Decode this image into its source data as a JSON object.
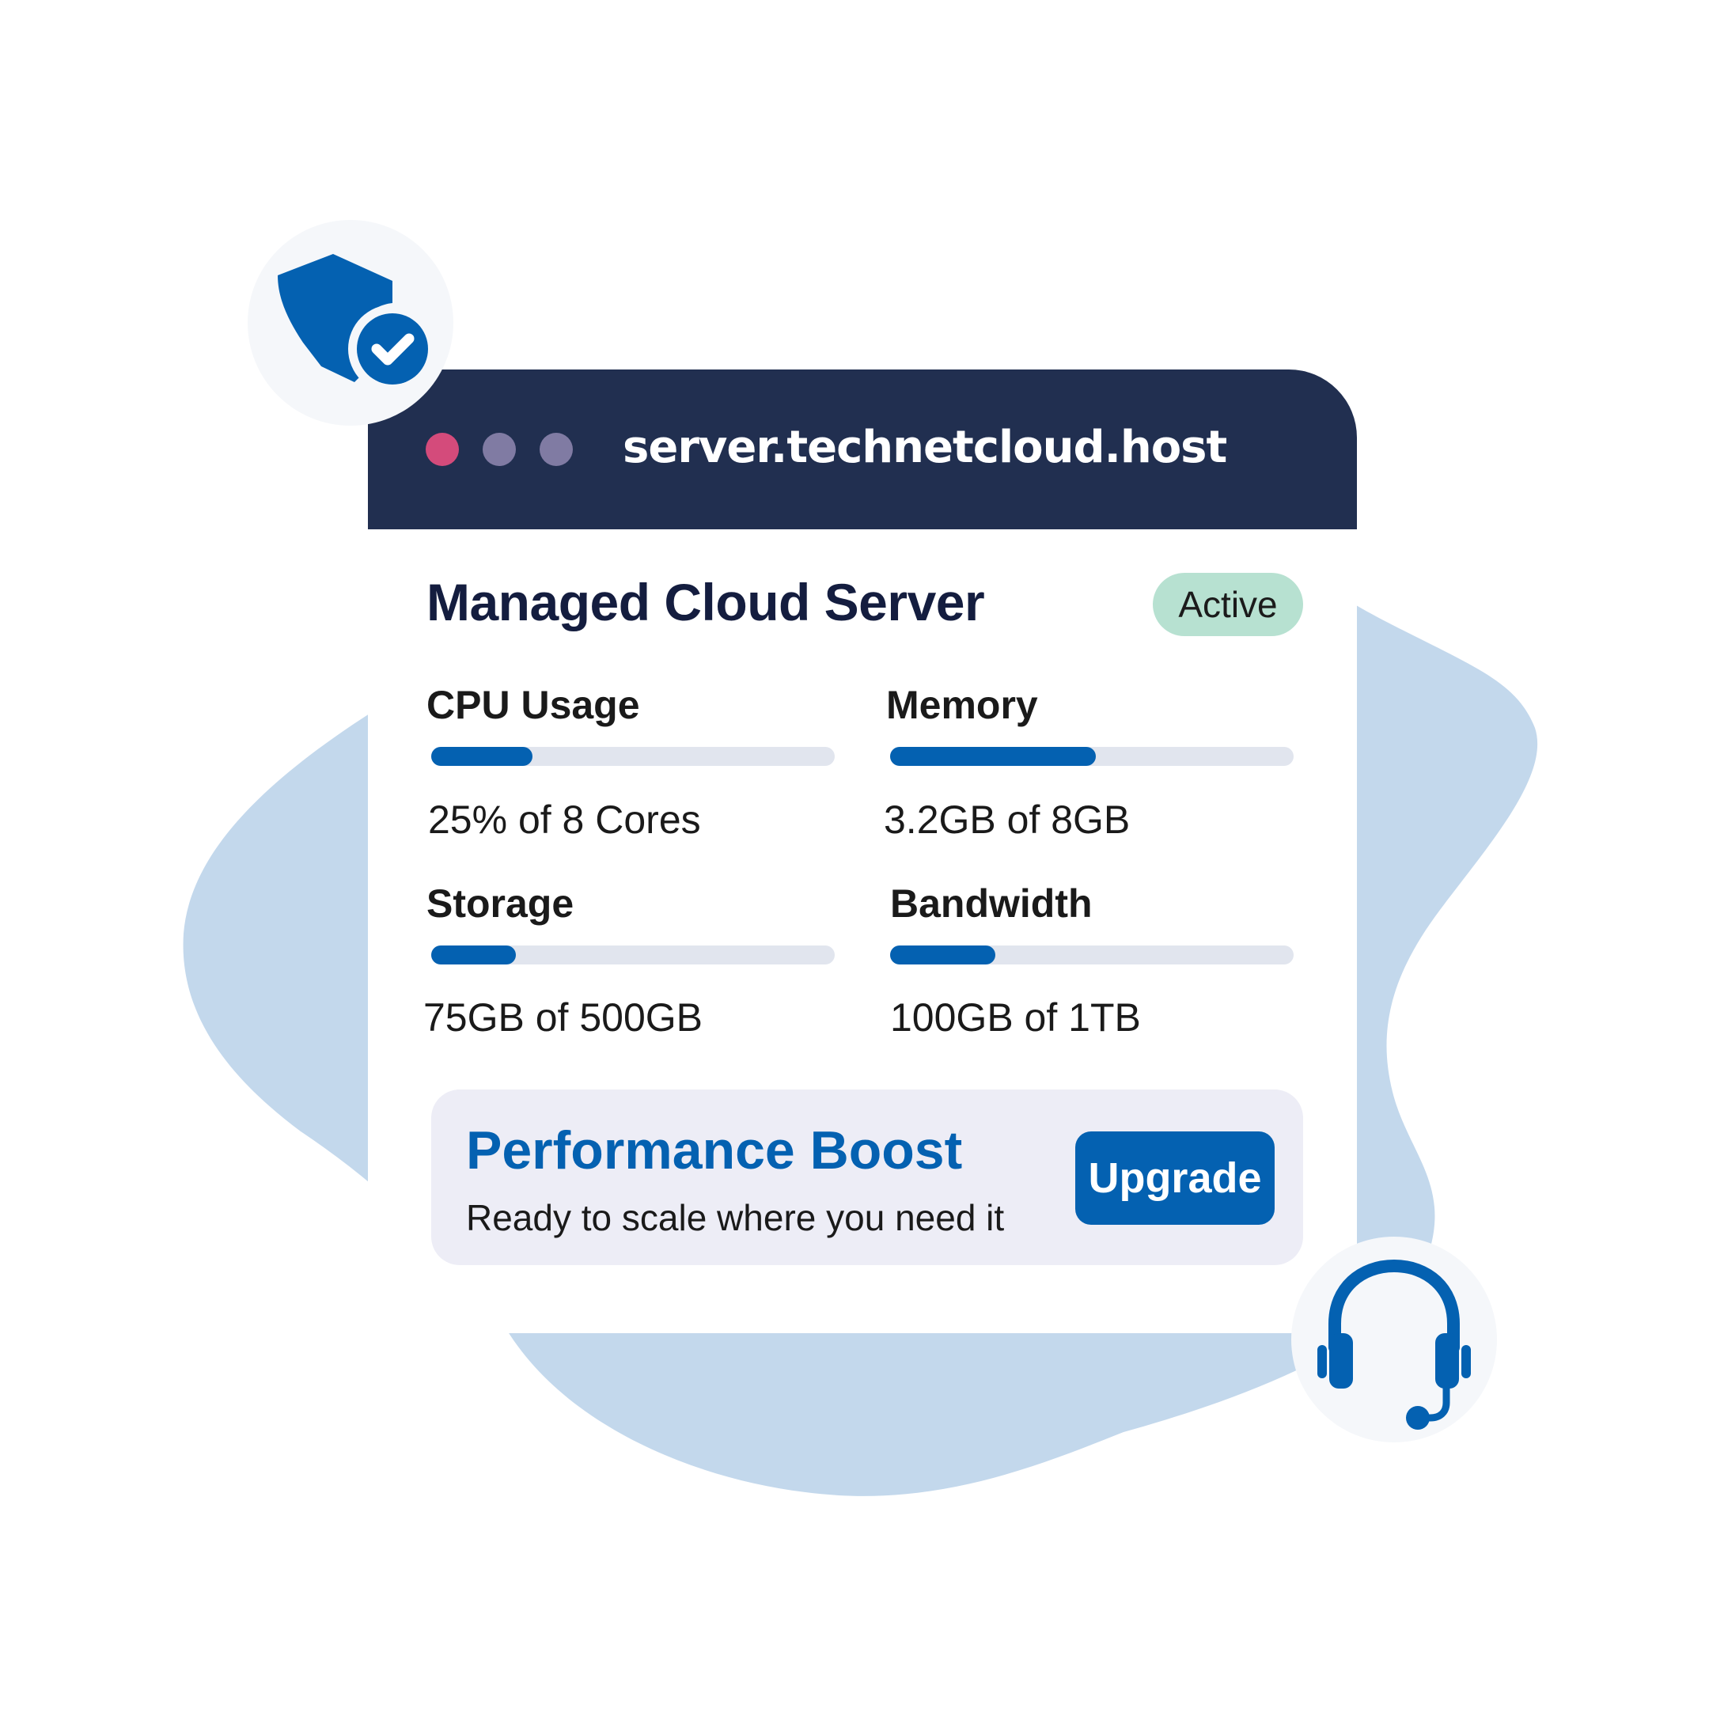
{
  "colors": {
    "titlebar": "#212f50",
    "accent": "#0461b1",
    "blob": "#c3d8ec",
    "dot_close": "#d44b7b",
    "dot_other": "#807ba3",
    "status_active_bg": "#b7e1d1",
    "track": "#e1e5ee"
  },
  "window": {
    "url": "server.technetcloud.host",
    "title": "Managed Cloud Server",
    "status": "Active"
  },
  "metrics": [
    {
      "label": "CPU Usage",
      "value_text": "25% of 8 Cores",
      "fill_fraction": 0.25
    },
    {
      "label": "Memory",
      "value_text": "3.2GB of 8GB",
      "fill_fraction": 0.51
    },
    {
      "label": "Storage",
      "value_text": "75GB of 500GB",
      "fill_fraction": 0.21
    },
    {
      "label": "Bandwidth",
      "value_text": "100GB of 1TB",
      "fill_fraction": 0.26
    }
  ],
  "promo": {
    "title": "Performance Boost",
    "subtitle": "Ready to scale where you need it",
    "button": "Upgrade"
  },
  "icons": {
    "security": "shield-check-icon",
    "support": "headset-icon"
  }
}
